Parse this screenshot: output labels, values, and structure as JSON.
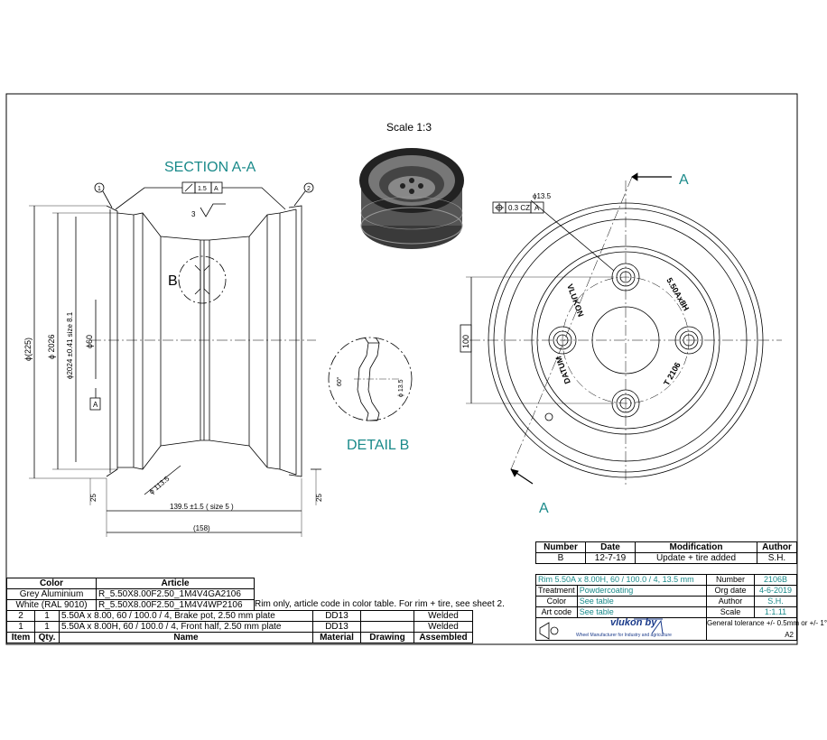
{
  "drawing": {
    "scale_label": "Scale 1:3",
    "section_title": "SECTION A-A",
    "detail_title": "DETAIL B",
    "section_marker": "A",
    "detail_marker": "B",
    "balloon_1": "1",
    "balloon_2": "2",
    "flatness_value": "1.5",
    "flatness_datum": "A",
    "surface_mark": "3",
    "position_value": "0.3 CZ",
    "position_datum": "A",
    "hole_dia": "ϕ13.5",
    "pcd": "100",
    "center_bore": "ϕ60",
    "dia_225": "ϕ(225)",
    "dia_2026": "ϕ 2026",
    "dia_2024": "ϕ2024 ±0.41 size 8.1",
    "dia_1135": "ϕ 113.5",
    "dim_139": "139.5 ±1.5 ( size 5 )",
    "dim_158": "(158)",
    "dim_25_left": "25",
    "dim_25_right": "25",
    "detail_angle": "60°",
    "detail_dia": "ϕ 13.5",
    "datum_a": "A",
    "rim_text_1": "VLUKON",
    "rim_text_2": "5.50Ax8H",
    "rim_text_3": "T 2106",
    "rim_text_4": "DATUM"
  },
  "revision": {
    "headers": [
      "Number",
      "Date",
      "Modification",
      "Author"
    ],
    "rows": [
      {
        "number": "B",
        "date": "12-7-19",
        "modification": "Update + tire added",
        "author": "S.H."
      }
    ]
  },
  "info": {
    "description": "Rim 5.50A x 8.00H,  60 / 100.0 / 4,  13.5 mm",
    "number_label": "Number",
    "number_value": "2106B",
    "treatment_label": "Treatment",
    "treatment_value": "Powdercoating",
    "org_date_label": "Org date",
    "org_date_value": "4-6-2019",
    "color_label": "Color",
    "color_value": "See table",
    "author_label": "Author",
    "author_value": "S.H.",
    "artcode_label": "Art code",
    "artcode_value": "See table",
    "scale_label": "Scale",
    "scale_value": "1:1.11",
    "brand": "vlukon by",
    "brand_tagline": "Wheel Manufacturer for Industry and agriculture",
    "tolerance": "General tolerance +/- 0.5mm or +/- 1°",
    "sheet_size": "A2"
  },
  "color_table": {
    "headers": [
      "Color",
      "Article"
    ],
    "rows": [
      {
        "color": "Grey Aluminium",
        "article": "R_5.50X8.00F2.50_1M4V4GA2106"
      },
      {
        "color": "White (RAL 9010)",
        "article": "R_5.50X8.00F2.50_1M4V4WP2106"
      }
    ],
    "note": "Rim only, article code in color table. For rim + tire, see sheet 2."
  },
  "bom": {
    "headers": [
      "Item",
      "Qty.",
      "Name",
      "Material",
      "Drawing",
      "Assembled"
    ],
    "rows": [
      {
        "item": "2",
        "qty": "1",
        "name": "5.50A x 8.00,  60 / 100.0 / 4, Brake pot, 2.50 mm plate",
        "material": "DD13",
        "drawing": "",
        "assembled": "Welded"
      },
      {
        "item": "1",
        "qty": "1",
        "name": "5.50A x 8.00H,  60 / 100.0 / 4, Front half, 2.50 mm plate",
        "material": "DD13",
        "drawing": "",
        "assembled": "Welded"
      }
    ]
  },
  "colors": {
    "teal": "#1a8a8a",
    "line": "#000000",
    "render_dark": "#2b2b2b"
  }
}
